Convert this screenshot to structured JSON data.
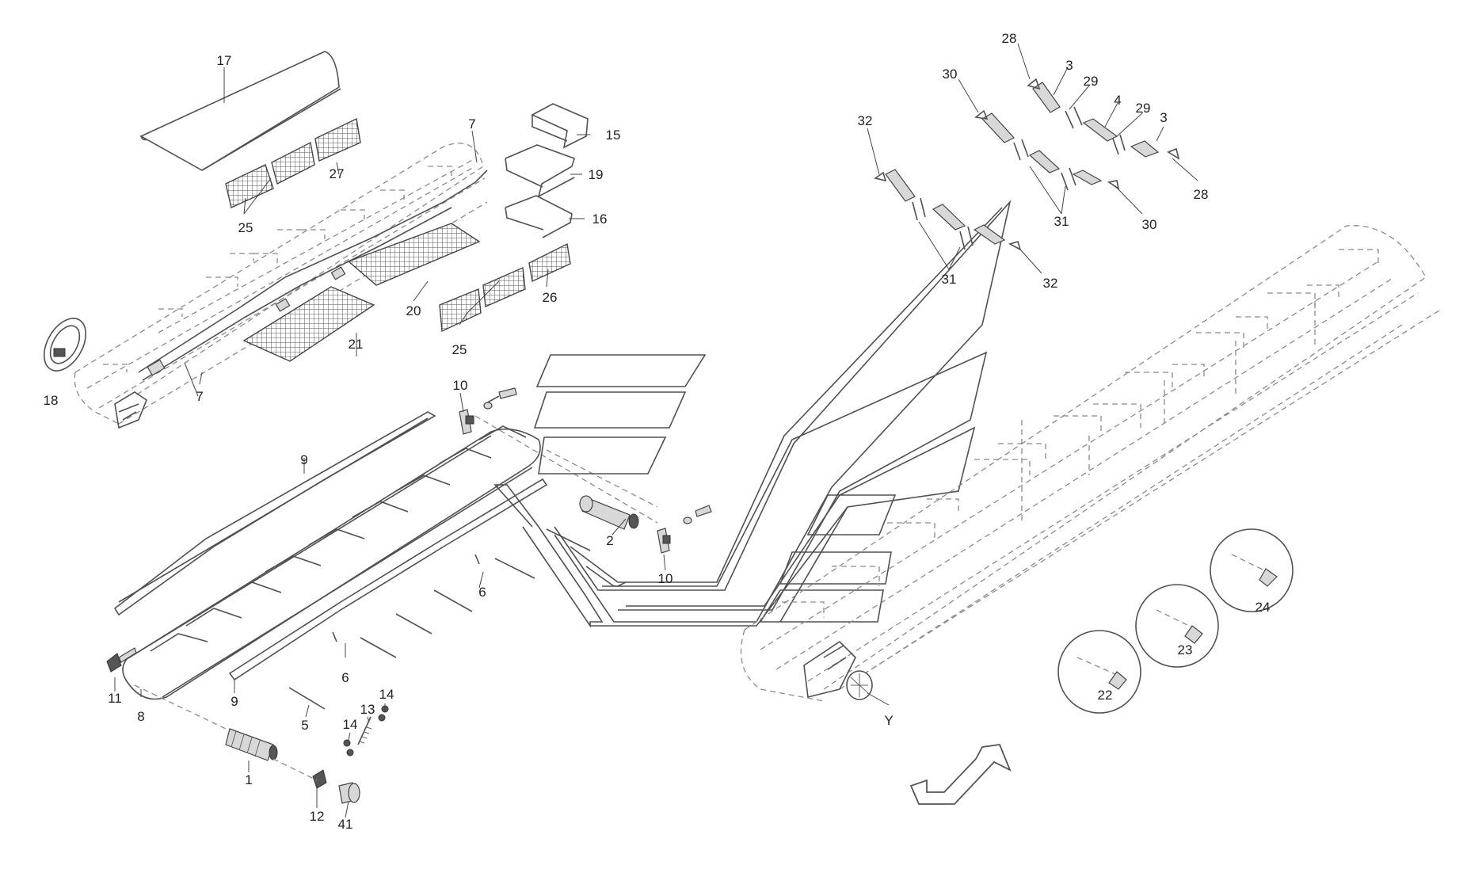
{
  "diagram": {
    "callouts": [
      {
        "id": "c17",
        "text": "17"
      },
      {
        "id": "c7a",
        "text": "7"
      },
      {
        "id": "c27",
        "text": "27"
      },
      {
        "id": "c25a",
        "text": "25"
      },
      {
        "id": "c15",
        "text": "15"
      },
      {
        "id": "c19",
        "text": "19"
      },
      {
        "id": "c16",
        "text": "16"
      },
      {
        "id": "c20",
        "text": "20"
      },
      {
        "id": "c26",
        "text": "26"
      },
      {
        "id": "c21",
        "text": "21"
      },
      {
        "id": "c25b",
        "text": "25"
      },
      {
        "id": "c18",
        "text": "18"
      },
      {
        "id": "c7b",
        "text": "7"
      },
      {
        "id": "c10a",
        "text": "10"
      },
      {
        "id": "c9a",
        "text": "9"
      },
      {
        "id": "c2",
        "text": "2"
      },
      {
        "id": "c10b",
        "text": "10"
      },
      {
        "id": "c6a",
        "text": "6"
      },
      {
        "id": "c6b",
        "text": "6"
      },
      {
        "id": "c11",
        "text": "11"
      },
      {
        "id": "c8",
        "text": "8"
      },
      {
        "id": "c9b",
        "text": "9"
      },
      {
        "id": "c5",
        "text": "5"
      },
      {
        "id": "c14a",
        "text": "14"
      },
      {
        "id": "c13",
        "text": "13"
      },
      {
        "id": "c14b",
        "text": "14"
      },
      {
        "id": "c1",
        "text": "1"
      },
      {
        "id": "c12",
        "text": "12"
      },
      {
        "id": "c41",
        "text": "41"
      },
      {
        "id": "c28a",
        "text": "28"
      },
      {
        "id": "c3a",
        "text": "3"
      },
      {
        "id": "c30a",
        "text": "30"
      },
      {
        "id": "c29a",
        "text": "29"
      },
      {
        "id": "c4",
        "text": "4"
      },
      {
        "id": "c29b",
        "text": "29"
      },
      {
        "id": "c3b",
        "text": "3"
      },
      {
        "id": "c32a",
        "text": "32"
      },
      {
        "id": "c28b",
        "text": "28"
      },
      {
        "id": "c31a",
        "text": "31"
      },
      {
        "id": "c30b",
        "text": "30"
      },
      {
        "id": "c31b",
        "text": "31"
      },
      {
        "id": "c32b",
        "text": "32"
      },
      {
        "id": "c24",
        "text": "24"
      },
      {
        "id": "c23",
        "text": "23"
      },
      {
        "id": "c22",
        "text": "22"
      },
      {
        "id": "cY",
        "text": "Y"
      }
    ]
  }
}
